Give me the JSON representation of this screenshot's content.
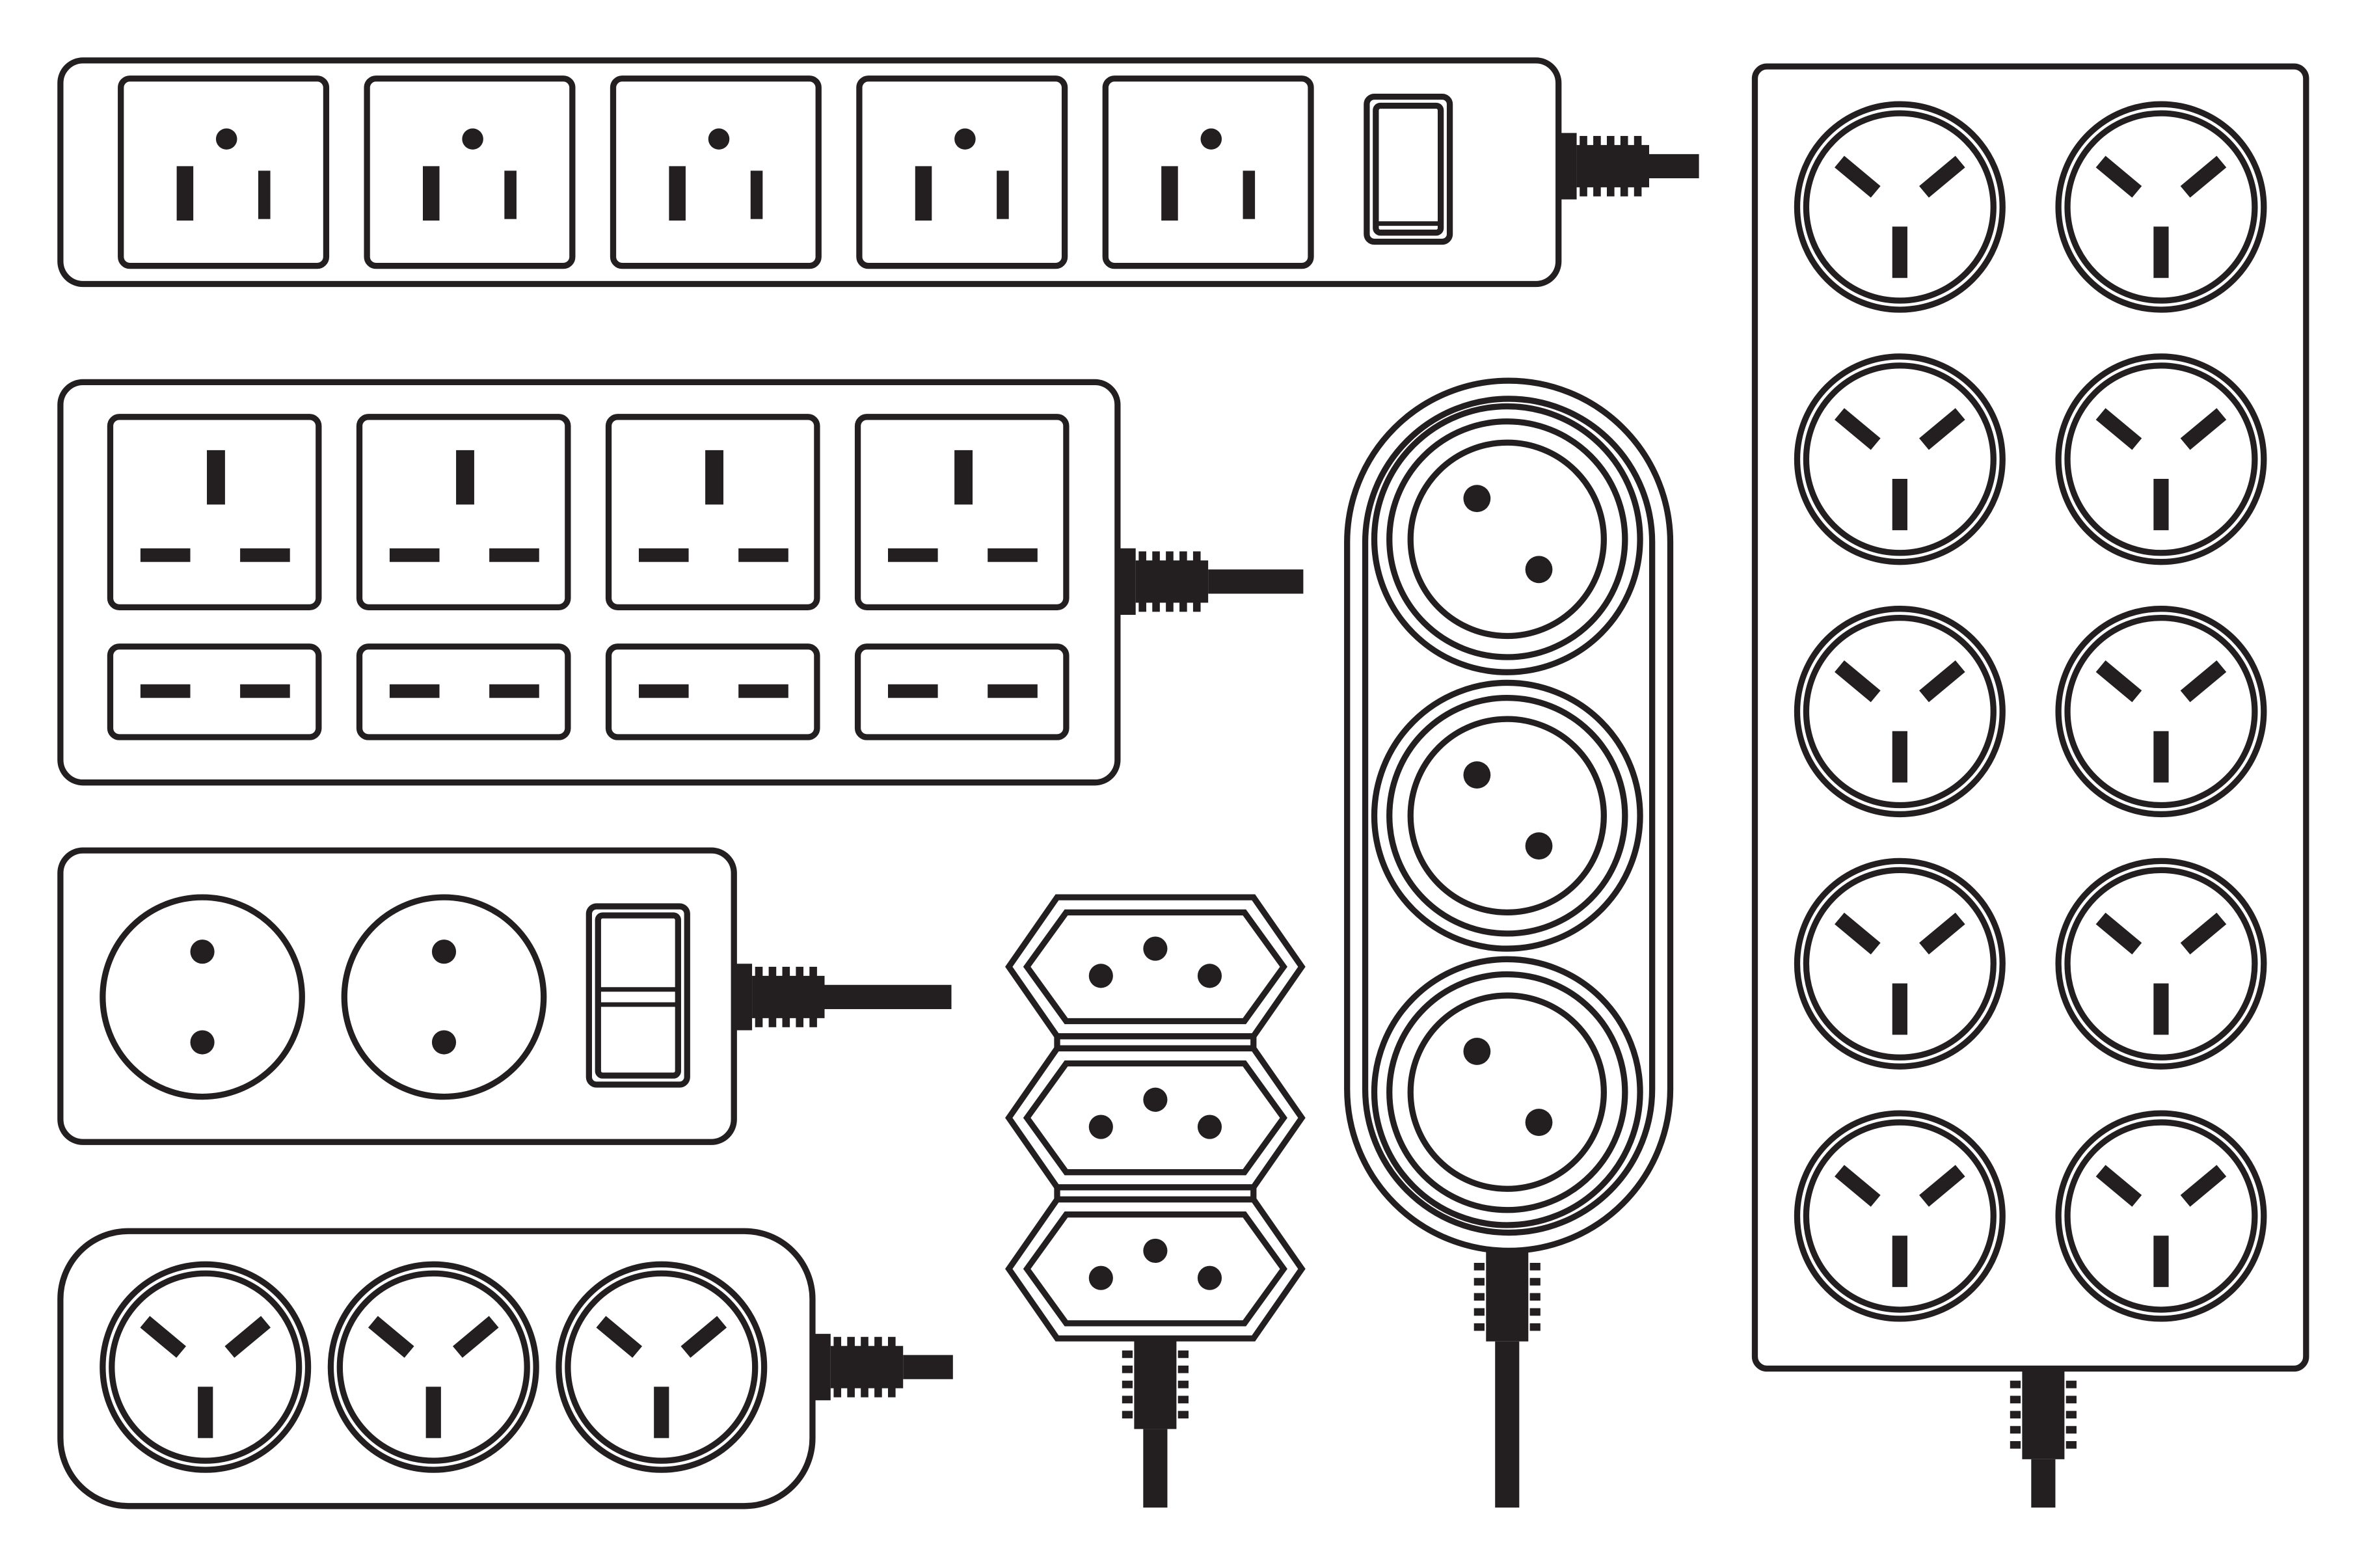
{
  "colors": {
    "stroke": "#231f20",
    "background": "#ffffff"
  },
  "power_strips": [
    {
      "id": "us-strip",
      "socket_type": "type-b",
      "sockets": 5,
      "has_switch": true
    },
    {
      "id": "uk-strip",
      "socket_type": "type-g",
      "sockets": 4,
      "extra_flat_sockets": 4,
      "has_switch": false
    },
    {
      "id": "euro-two-pin-strip",
      "socket_type": "type-c",
      "sockets": 2,
      "has_switch": true
    },
    {
      "id": "au-strip",
      "socket_type": "type-i",
      "sockets": 3,
      "has_switch": false
    },
    {
      "id": "hex-strip",
      "socket_type": "type-n",
      "sockets": 3,
      "has_switch": false
    },
    {
      "id": "schuko-strip",
      "socket_type": "type-f",
      "sockets": 3,
      "has_switch": false
    },
    {
      "id": "au-tower-strip",
      "socket_type": "type-i",
      "sockets": 10,
      "has_switch": false
    }
  ]
}
